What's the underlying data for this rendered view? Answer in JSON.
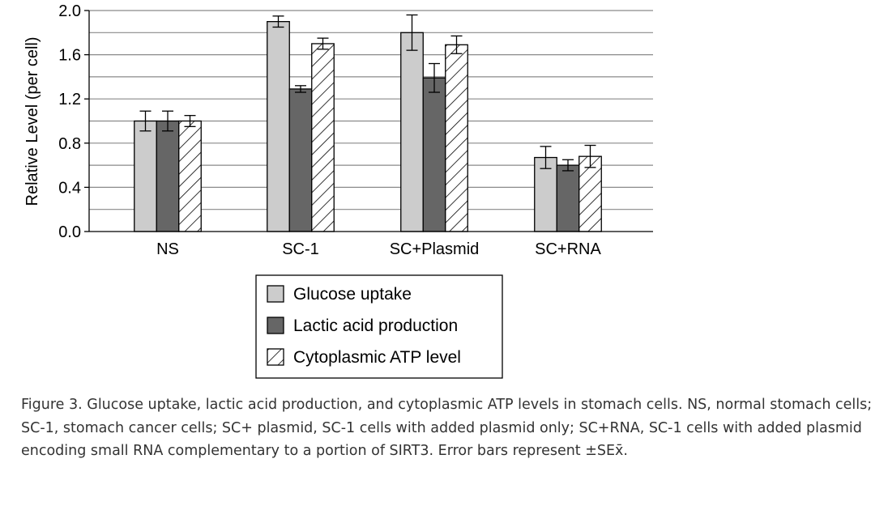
{
  "chart_data": {
    "type": "bar",
    "ylabel": "Relative Level (per cell)",
    "ylim": [
      0,
      2.0
    ],
    "yticks": [
      "0.0",
      "0.4",
      "0.8",
      "1.2",
      "1.6",
      "2.0"
    ],
    "minor_gridlines_every": 0.2,
    "categories": [
      "NS",
      "SC-1",
      "SC+Plasmid",
      "SC+RNA"
    ],
    "series": [
      {
        "name": "Glucose uptake",
        "fill": "#cccccc",
        "pattern": "solid",
        "values": [
          1.0,
          1.9,
          1.8,
          0.67
        ],
        "errors": [
          0.09,
          0.05,
          0.16,
          0.1
        ]
      },
      {
        "name": "Lactic acid production",
        "fill": "#666666",
        "pattern": "solid",
        "values": [
          1.0,
          1.29,
          1.39,
          0.6
        ],
        "errors": [
          0.09,
          0.03,
          0.13,
          0.05
        ]
      },
      {
        "name": "Cytoplasmic ATP level",
        "fill": "#ffffff",
        "pattern": "hatched",
        "values": [
          1.0,
          1.7,
          1.69,
          0.68
        ],
        "errors": [
          0.05,
          0.05,
          0.08,
          0.1
        ]
      }
    ],
    "legend_position": "below-center",
    "grid": true
  },
  "caption": "Figure 3. Glucose uptake, lactic acid production, and cytoplasmic ATP levels in stomach cells. NS, normal stomach cells; SC-1, stomach cancer cells; SC+ plasmid, SC-1 cells with added plasmid only; SC+RNA, SC-1 cells with added plasmid encoding small RNA complementary to a portion of SIRT3. Error bars represent ±SEx̄."
}
